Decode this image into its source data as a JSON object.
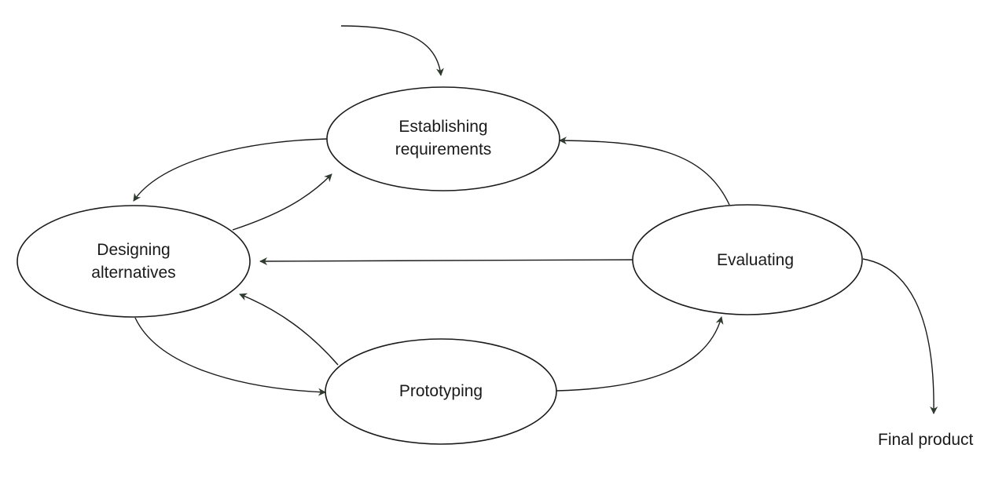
{
  "nodes": {
    "establishing": {
      "line1": "Establishing",
      "line2": "requirements"
    },
    "designing": {
      "line1": "Designing",
      "line2": "alternatives"
    },
    "prototyping": {
      "label": "Prototyping"
    },
    "evaluating": {
      "label": "Evaluating"
    }
  },
  "final_output": "Final product",
  "colors": {
    "ink": "#1a1a1a",
    "arrowhead": "#2f3b2f"
  }
}
